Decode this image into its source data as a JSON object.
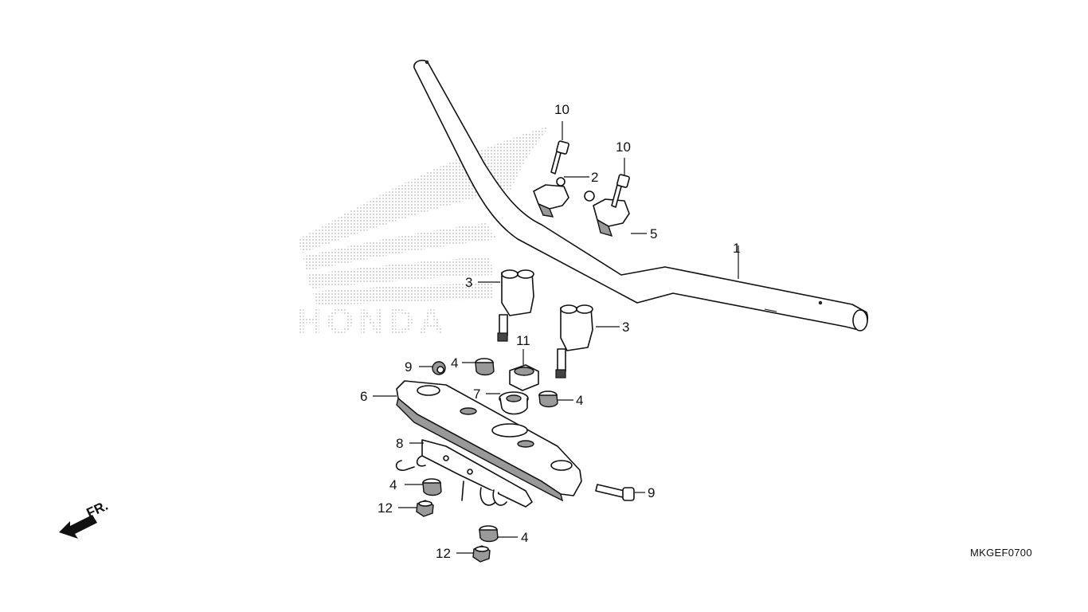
{
  "diagram": {
    "code": "MKGEF0700",
    "direction_label": "FR.",
    "watermark_text": "HONDA",
    "callouts": [
      {
        "id": "c1",
        "label": "1"
      },
      {
        "id": "c2",
        "label": "2"
      },
      {
        "id": "c3a",
        "label": "3"
      },
      {
        "id": "c3b",
        "label": "3"
      },
      {
        "id": "c4a",
        "label": "4"
      },
      {
        "id": "c4b",
        "label": "4"
      },
      {
        "id": "c4c",
        "label": "4"
      },
      {
        "id": "c4d",
        "label": "4"
      },
      {
        "id": "c5",
        "label": "5"
      },
      {
        "id": "c6",
        "label": "6"
      },
      {
        "id": "c7",
        "label": "7"
      },
      {
        "id": "c8",
        "label": "8"
      },
      {
        "id": "c9a",
        "label": "9"
      },
      {
        "id": "c9b",
        "label": "9"
      },
      {
        "id": "c10a",
        "label": "10"
      },
      {
        "id": "c10b",
        "label": "10"
      },
      {
        "id": "c11",
        "label": "11"
      },
      {
        "id": "c12a",
        "label": "12"
      },
      {
        "id": "c12b",
        "label": "12"
      }
    ]
  }
}
